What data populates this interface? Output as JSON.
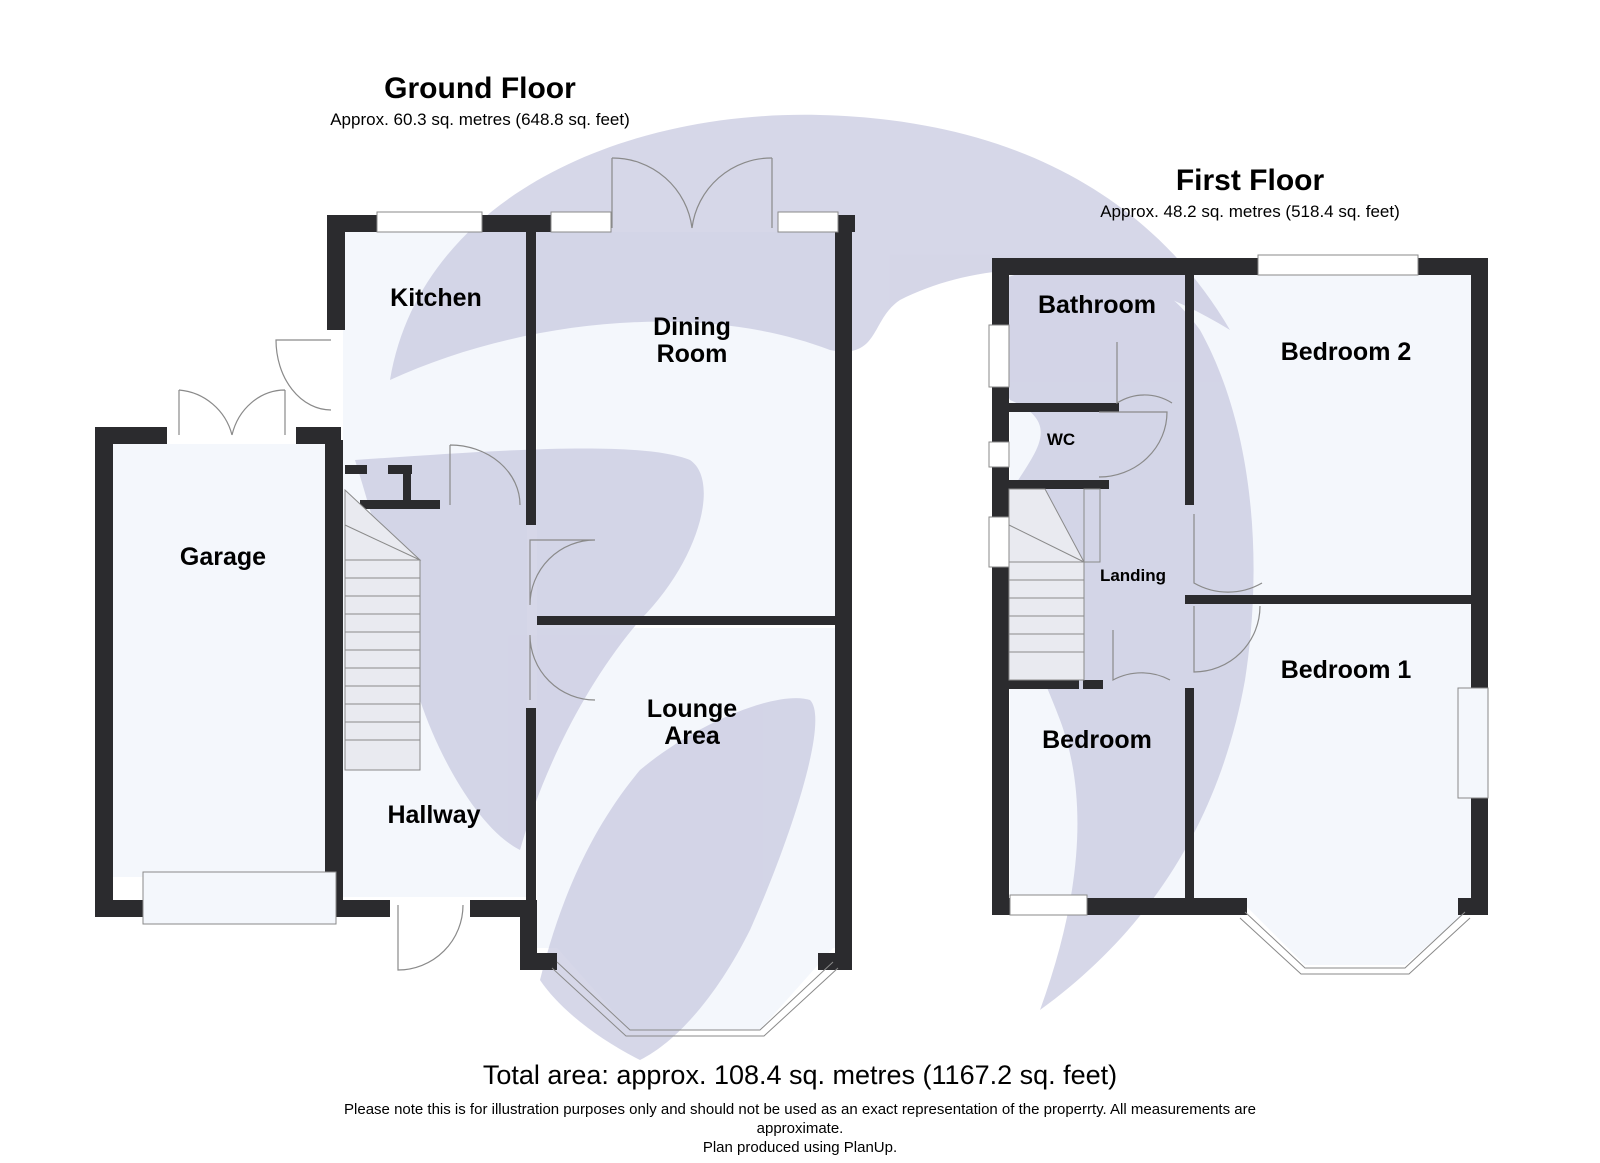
{
  "ground_floor": {
    "title": "Ground Floor",
    "area": "Approx. 60.3 sq. metres (648.8 sq. feet)",
    "rooms": {
      "kitchen": "Kitchen",
      "dining_line1": "Dining",
      "dining_line2": "Room",
      "garage": "Garage",
      "lounge_line1": "Lounge",
      "lounge_line2": "Area",
      "hallway": "Hallway"
    }
  },
  "first_floor": {
    "title": "First Floor",
    "area": "Approx. 48.2 sq. metres (518.4 sq. feet)",
    "rooms": {
      "bathroom": "Bathroom",
      "wc": "WC",
      "landing": "Landing",
      "bedroom": "Bedroom",
      "bedroom_2": "Bedroom 2",
      "bedroom_1": "Bedroom 1"
    }
  },
  "footer": {
    "total_area": "Total area: approx. 108.4 sq. metres (1167.2 sq. feet)",
    "disclaimer_line1": "Please note this is for illustration purposes only and should not be used as an exact representation of the properrty. All measurements are",
    "disclaimer_line2": "approximate.",
    "credit": "Plan produced using PlanUp."
  },
  "colors": {
    "wall": "#2b2b2e",
    "room_fill": "#f4f7fc",
    "watermark": "#c8c9e0",
    "fixture_line": "#8a8a8a"
  }
}
